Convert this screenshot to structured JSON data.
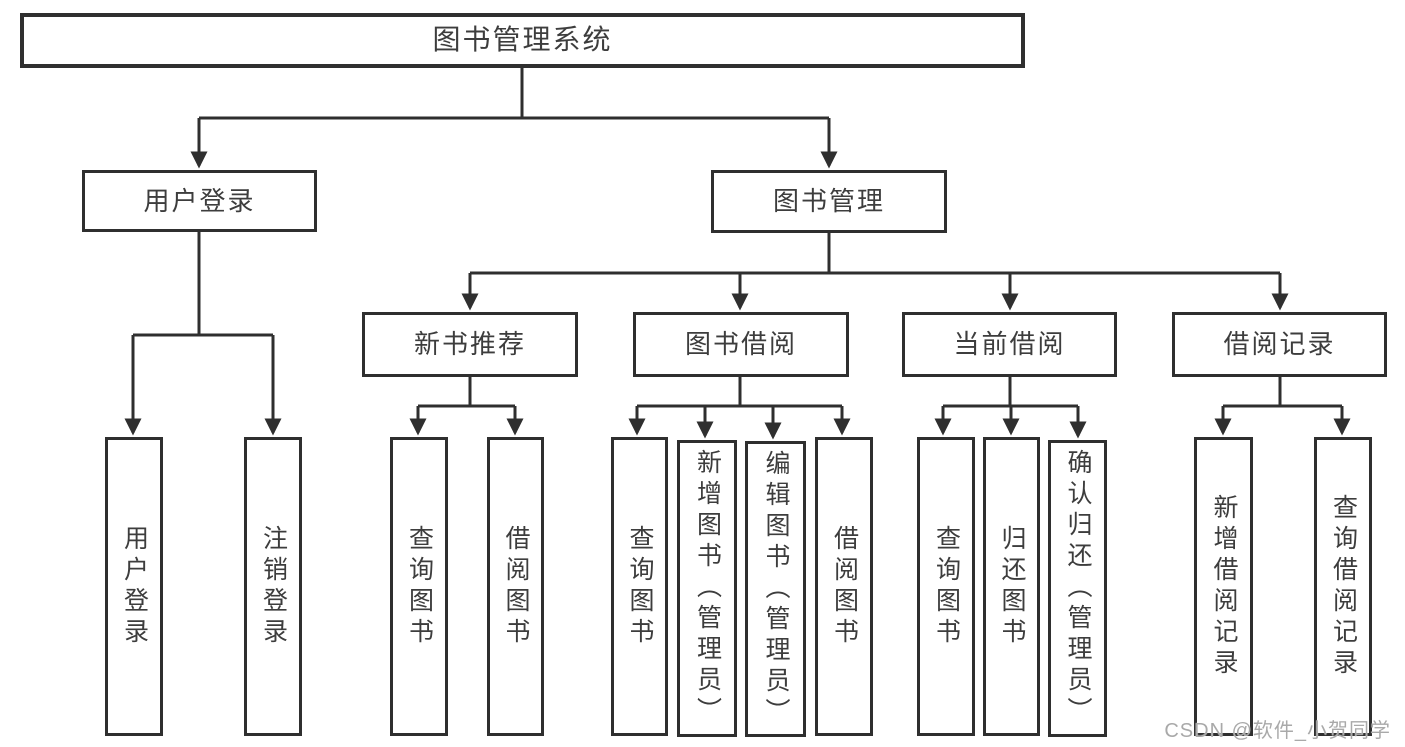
{
  "diagram": {
    "nodes": {
      "system": {
        "label": "图书管理系统"
      },
      "user_login": {
        "label": "用户登录"
      },
      "book_mgmt": {
        "label": "图书管理"
      },
      "new_book_rec": {
        "label": "新书推荐"
      },
      "book_borrow": {
        "label": "图书借阅"
      },
      "current_borrow": {
        "label": "当前借阅"
      },
      "borrow_records": {
        "label": "借阅记录"
      },
      "leaf_user_login": {
        "label": "用户登录"
      },
      "leaf_logout": {
        "label": "注销登录"
      },
      "leaf_query_book_rec": {
        "label": "查询图书"
      },
      "leaf_borrow_book_rec": {
        "label": "借阅图书"
      },
      "leaf_query_book_bor": {
        "label": "查询图书"
      },
      "leaf_add_book": {
        "label": "新增图书（管理员）"
      },
      "leaf_edit_book": {
        "label": "编辑图书（管理员）"
      },
      "leaf_borrow_book": {
        "label": "借阅图书"
      },
      "leaf_query_book_cur": {
        "label": "查询图书"
      },
      "leaf_return_book": {
        "label": "归还图书"
      },
      "leaf_confirm_return": {
        "label": "确认归还（管理员）"
      },
      "leaf_add_record": {
        "label": "新增借阅记录"
      },
      "leaf_query_record": {
        "label": "查询借阅记录"
      }
    },
    "structure": {
      "system": {
        "user_login": [
          "leaf_user_login",
          "leaf_logout"
        ],
        "book_mgmt": {
          "new_book_rec": [
            "leaf_query_book_rec",
            "leaf_borrow_book_rec"
          ],
          "book_borrow": [
            "leaf_query_book_bor",
            "leaf_add_book",
            "leaf_edit_book",
            "leaf_borrow_book"
          ],
          "current_borrow": [
            "leaf_query_book_cur",
            "leaf_return_book",
            "leaf_confirm_return"
          ],
          "borrow_records": [
            "leaf_add_record",
            "leaf_query_record"
          ]
        }
      }
    },
    "line_color": "#2f2f2f",
    "watermark": "CSDN @软件_小贺同学"
  }
}
